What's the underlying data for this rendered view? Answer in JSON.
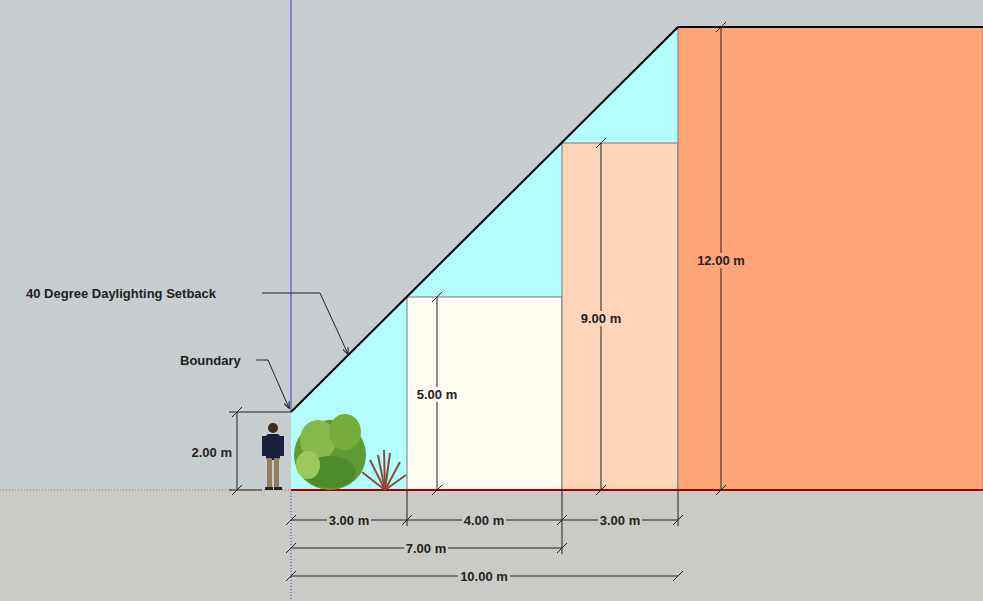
{
  "diagram": {
    "labels": [
      "40 Degree Daylighting Setback",
      "Boundary",
      "5.00 m",
      "9.00 m",
      "12.00 m",
      "2.00 m",
      "3.00 m",
      "4.00 m",
      "3.00 m",
      "7.00 m",
      "10.00 m"
    ]
  }
}
